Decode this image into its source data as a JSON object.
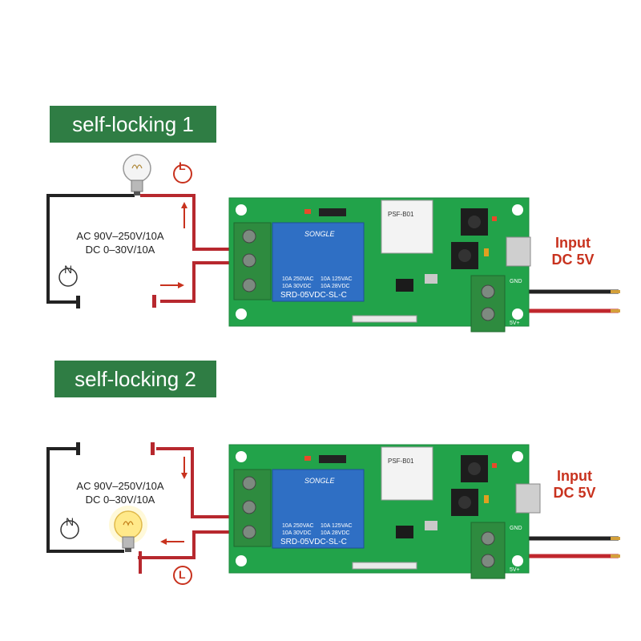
{
  "sections": [
    {
      "title": "self-locking 1",
      "load_label_line1": "AC 90V–250V/10A",
      "load_label_line2": "DC 0–30V/10A",
      "input_line1": "Input",
      "input_line2": "DC 5V",
      "live_symbol": "L",
      "neutral_symbol": "N",
      "bulb_state": "off"
    },
    {
      "title": "self-locking 2",
      "load_label_line1": "AC 90V–250V/10A",
      "load_label_line2": "DC 0–30V/10A",
      "input_line1": "Input",
      "input_line2": "DC 5V",
      "live_symbol": "L",
      "neutral_symbol": "N",
      "bulb_state": "on"
    }
  ],
  "board": {
    "relay_brand": "SONGLE",
    "relay_model": "SRD-05VDC-SL-C",
    "relay_rating_left_1": "10A 250VAC",
    "relay_rating_left_2": "10A 30VDC",
    "relay_rating_right_1": "10A 125VAC",
    "relay_rating_right_2": "10A 28VDC",
    "module_label": "PSF-B01",
    "gnd_label": "GND",
    "vin_label": "5V+"
  },
  "colors": {
    "tag_green": "#2f7d44",
    "pcb_green": "#22a34a",
    "wire_red": "#b7282e",
    "wire_black": "#222222",
    "relay_blue": "#2f6fc4",
    "terminal_green": "#2e8b3f",
    "accent_red": "#c8321e"
  }
}
